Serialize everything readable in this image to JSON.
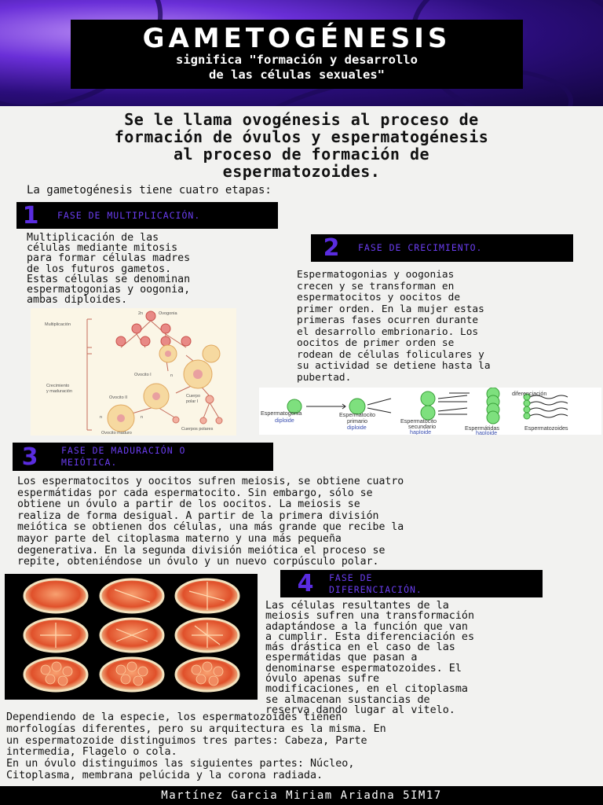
{
  "header": {
    "title": "GAMETOGÉNESIS",
    "subtitle_line1": "significa \"formación y desarrollo",
    "subtitle_line2": "de las células sexuales\""
  },
  "headline": [
    "Se le llama ovogénesis al proceso de",
    "formación de óvulos y espermatogénesis",
    "al proceso de formación de",
    "espermatozoides."
  ],
  "intro": "La gametogénesis tiene cuatro etapas:",
  "phases": [
    {
      "number": "1",
      "label": "FASE DE MULTIPLICACIÓN.",
      "text": [
        "Multiplicación de las",
        "células  mediante mitosis",
        "para formar células madres",
        "de los futuros gametos.",
        "Estas células se denominan",
        "espermatogonias y oogonia,",
        "ambas diploides."
      ]
    },
    {
      "number": "2",
      "label": "FASE DE CRECIMIENTO.",
      "text": [
        "Espermatogonias y oogonias",
        "crecen y se transforman en",
        "espermatocitos y oocitos de",
        "primer orden. En la mujer estas",
        "primeras fases ocurren durante",
        "el desarrollo embrionario. Los",
        "oocitos de primer orden se",
        "rodean de células foliculares y",
        "su actividad se detiene hasta la",
        "pubertad."
      ]
    },
    {
      "number": "3",
      "label_line1": "FASE DE MADURACIÓN O",
      "label_line2": "MEIÓTICA.",
      "text": [
        "Los espermatocitos y oocitos sufren meiosis, se obtiene cuatro",
        "espermátidas por cada espermatocito. Sin embargo, sólo se",
        "obtiene un óvulo a partir de los oocitos. La meiosis se",
        "realiza de forma desigual. A partir de la primera división",
        "meiótica se obtienen dos células, una más grande que recibe la",
        "mayor parte del citoplasma materno y una más pequeña",
        "degenerativa. En la segunda división meiótica el proceso se",
        "repite, obteniéndose un óvulo y un nuevo corpúsculo polar."
      ]
    },
    {
      "number": "4",
      "label_line1": "FASE DE",
      "label_line2": "DIFERENCIACIÓN.",
      "text": [
        "Las células resultantes de la",
        "meiosis sufren una transformación",
        "adaptándose a la función que van",
        "a cumplir. Esta diferenciación es",
        "más drástica en el caso de las",
        "espermátidas que pasan a",
        "denominarse espermatozoides. El",
        "óvulo apenas sufre",
        "modificaciones, en el citoplasma",
        "se almacenan sustancias de",
        "reserva dando lugar al vitelo."
      ]
    }
  ],
  "closing": [
    "Dependiendo de la especie, los espermatozoides tienen",
    "morfologías diferentes, pero su arquitectura es la misma. En",
    "un espermatozoide distinguimos tres partes: Cabeza, Parte",
    "intermedia, Flagelo o cola.",
    "En un óvulo distinguimos las siguientes partes: Núcleo,",
    "Citoplasma, membrana pelúcida y la corona radiada."
  ],
  "diagram_ovo": {
    "labels": {
      "n2": "2n",
      "ovogonia": "Ovogonia",
      "multiplicacion": "Multiplicación",
      "crecimiento1": "Crecimiento",
      "crecimiento2": "y maduración",
      "ovocito1": "Ovocito I",
      "n_a": "n",
      "ovocito2": "Ovocito II",
      "cuerpo1": "Cuerpo",
      "cuerpo2": "polar I",
      "n_b": "n",
      "n_c": "n",
      "ovocito_maduro": "Ovocito maduro",
      "cuerpos_polares": "Cuerpos polares"
    }
  },
  "diagram_sperm": {
    "labels": {
      "espermatogonia": "Espermatogonia",
      "diploide1": "diploide",
      "espermatocito_primario1": "Espermatocito",
      "espermatocito_primario2": "primario",
      "diploide2": "diploide",
      "espermatocito_secundario1": "Espermatocito",
      "espermatocito_secundario2": "secundario",
      "haploide1": "haploide",
      "espermatidas": "Espermátidas",
      "haploide2": "haploide",
      "espermatozoides": "Espermatozoides",
      "diferenciacion": "diferenciación"
    }
  },
  "footer": "Martínez Garcia Miriam Ariadna 5IM17",
  "colors": {
    "accent": "#5a2ce0",
    "background": "#f2f2f0",
    "banner": "#000000",
    "cell_green": "#7ee07e",
    "ovo_pink": "#e88a86",
    "ovo_cream": "#f6d9a0"
  }
}
